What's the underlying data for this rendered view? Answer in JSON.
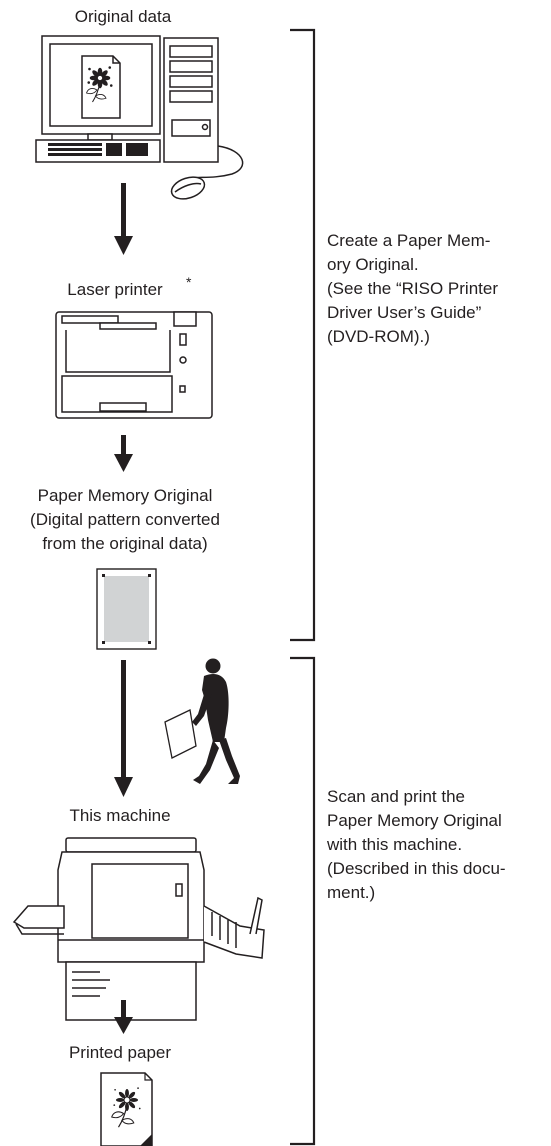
{
  "flow": {
    "steps": [
      {
        "label": "Original data"
      },
      {
        "label": "Laser printer",
        "asterisk": "*"
      },
      {
        "label_lines": [
          "Paper Memory Original",
          "(Digital pattern converted",
          "from the original data)"
        ]
      },
      {
        "label": "This machine"
      },
      {
        "label": "Printed paper"
      }
    ]
  },
  "notes": {
    "group1": [
      "Create a Paper Mem-",
      "ory Original.",
      "(See the “RISO Printer",
      "Driver User’s Guide”",
      "(DVD-ROM).)"
    ],
    "group2": [
      "Scan and print the",
      "Paper Memory Original",
      "with this machine.",
      "(Described in this docu-",
      "ment.)"
    ]
  },
  "icons": {
    "computer": "computer-icon",
    "printer": "laser-printer-icon",
    "original": "paper-memory-original-icon",
    "person": "walking-person-icon",
    "machine": "riso-machine-icon",
    "output": "printed-paper-icon",
    "arrow": "down-arrow-icon"
  }
}
